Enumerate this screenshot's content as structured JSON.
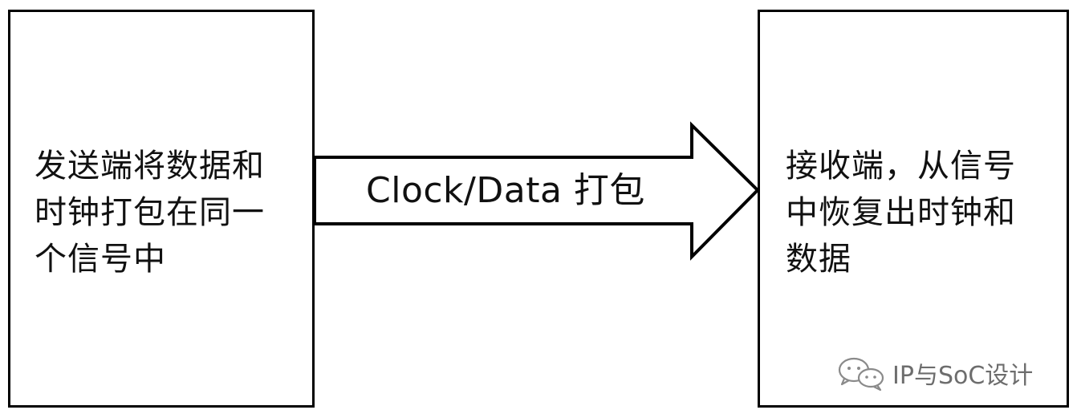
{
  "sender": {
    "lines": [
      "发送端将数据和",
      "时钟打包在同一",
      "个信号中"
    ]
  },
  "receiver": {
    "lines": [
      "接收端，从信号",
      "中恢复出时钟和",
      "数据"
    ]
  },
  "arrow": {
    "label": "Clock/Data 打包"
  },
  "watermark": {
    "text": "IP与SoC设计",
    "icon": "wechat-icon"
  }
}
